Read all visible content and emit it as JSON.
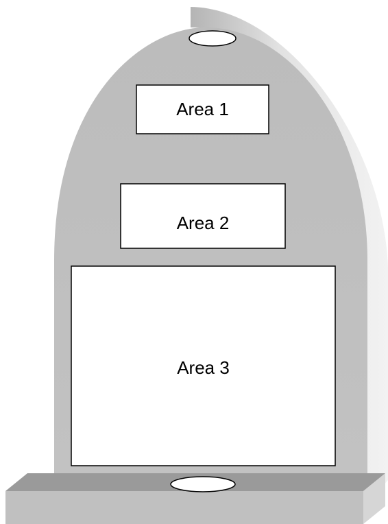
{
  "areas": [
    {
      "label": "Area 1"
    },
    {
      "label": "Area 2"
    },
    {
      "label": "Area 3"
    }
  ],
  "colors": {
    "body_face": "#c0c0c0",
    "body_side": "#dcdcdc",
    "base_top": "#999999",
    "base_front": "#c0c0c0",
    "base_side": "#d4d4d4",
    "panel_fill": "#ffffff",
    "outline": "#000000"
  }
}
